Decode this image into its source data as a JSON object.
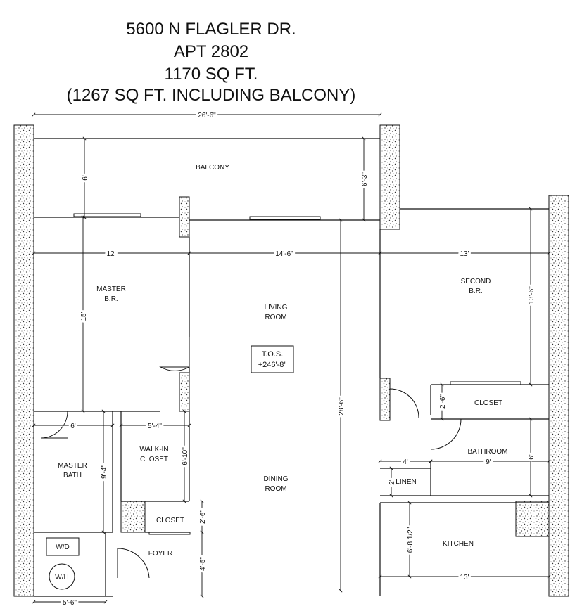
{
  "title": {
    "address": "5600 N FLAGLER DR.",
    "unit": "APT  2802",
    "area": "1170 SQ FT.",
    "area_with_balcony": "(1267 SQ FT. INCLUDING BALCONY)"
  },
  "rooms": {
    "balcony": "BALCONY",
    "master_br": [
      "MASTER",
      "B.R."
    ],
    "living_room": [
      "LIVING",
      "ROOM"
    ],
    "second_br": [
      "SECOND",
      "B.R."
    ],
    "closet_br2": "CLOSET",
    "bathroom": "BATHROOM",
    "linen": "LINEN",
    "walk_in_closet": [
      "WALK-IN",
      "CLOSET"
    ],
    "master_bath": [
      "MASTER",
      "BATH"
    ],
    "dining_room": [
      "DINING",
      "ROOM"
    ],
    "closet_foyer": "CLOSET",
    "foyer": "FOYER",
    "kitchen": "KITCHEN"
  },
  "appliances": {
    "washer_dryer": "W/D",
    "water_heater": "W/H"
  },
  "tos": {
    "label": "T.O.S.",
    "elevation": "+246'-8\""
  },
  "dimensions": {
    "overall_width": "26'-6\"",
    "balcony_depth_left": "6'",
    "balcony_depth_right": "6'-3\"",
    "master_width": "12'",
    "living_width": "14'-6\"",
    "second_width": "13'",
    "master_depth": "15'",
    "second_depth": "13'-6\"",
    "closet_depth": "2'-6\"",
    "linen_width": "4'",
    "bath_width": "9'",
    "bath_depth": "6'",
    "linen_depth": "2'",
    "master_bath_width": "6'",
    "walkin_width": "5'-4\"",
    "walkin_depth": "6'-10\"",
    "master_bath_depth": "9'-4\"",
    "foyer_closet_depth": "2'-6\"",
    "foyer_depth": "4'-5\"",
    "living_dining_depth": "28'-6\"",
    "kitchen_depth": "6'-8 1/2\"",
    "kitchen_width": "13'",
    "laundry_width": "5'-6\""
  }
}
